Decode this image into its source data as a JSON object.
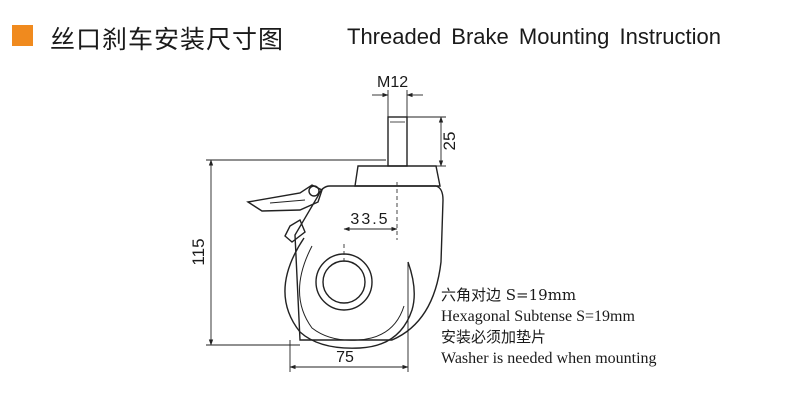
{
  "header": {
    "accent_color": "#f08a1e",
    "title_cn": "丝口刹车安装尺寸图",
    "title_en": "Threaded Brake Mounting Instruction"
  },
  "dimensions": {
    "thread": "M12",
    "stem_length": "25",
    "offset": "33.5",
    "height": "115",
    "width": "75"
  },
  "notes": {
    "hex_cn": "六角对边 S=19mm",
    "hex_en": "Hexagonal Subtense S=19mm",
    "washer_cn": "安装必须加垫片",
    "washer_en": "Washer is needed when mounting"
  }
}
